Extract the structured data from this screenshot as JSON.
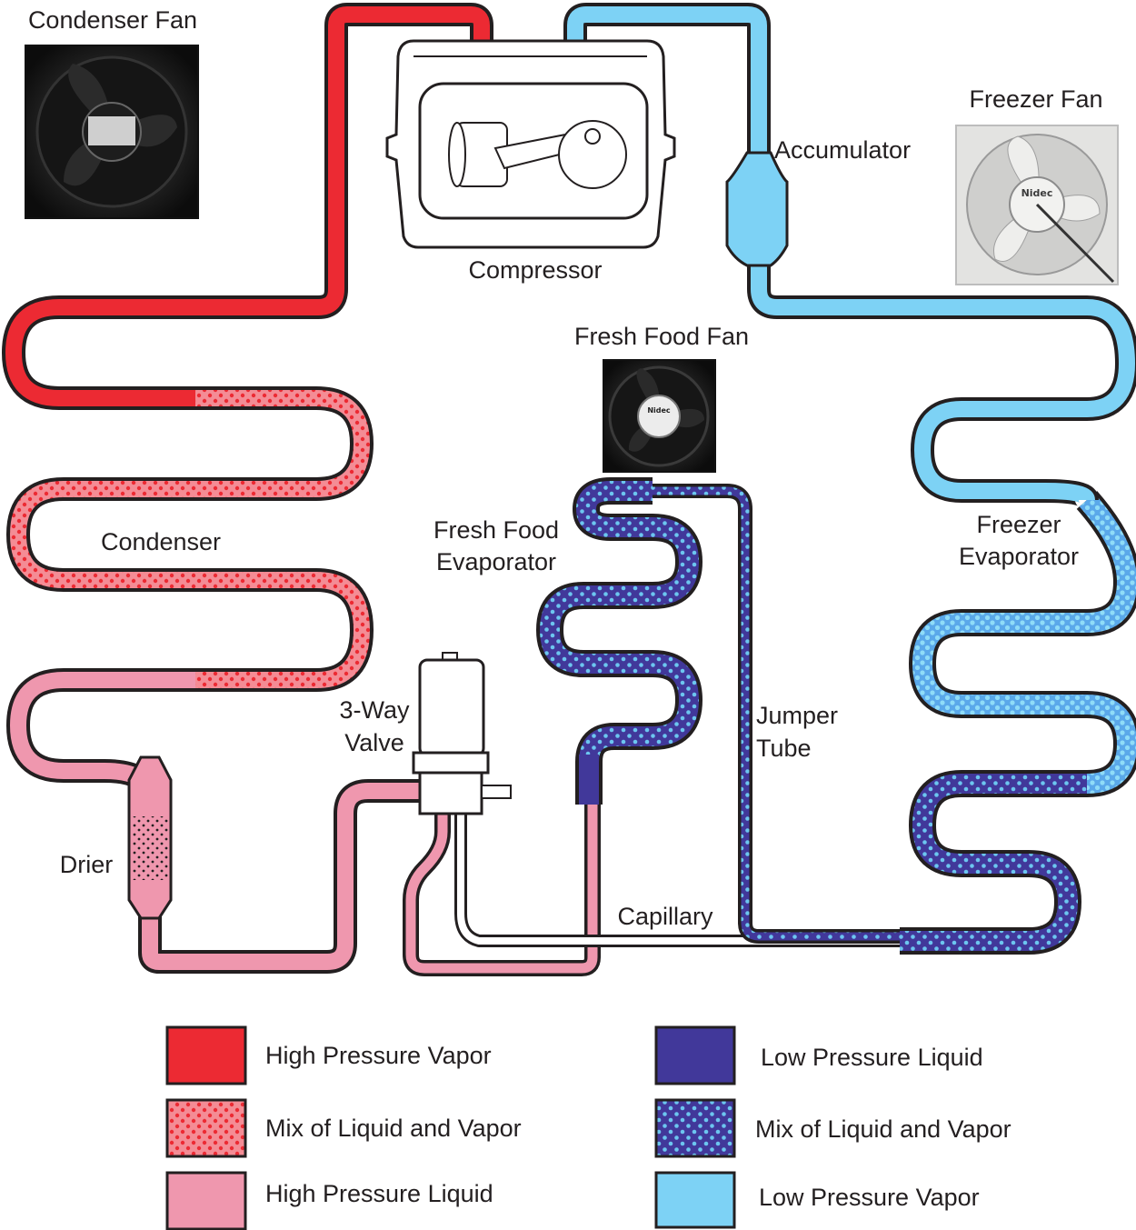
{
  "colors": {
    "high_pressure_vapor": "#ec2a33",
    "hp_mix_base": "#f48c95",
    "hp_mix_dot": "#ec2a33",
    "high_pressure_liquid": "#ef97ae",
    "low_pressure_liquid": "#41389a",
    "lp_mix_base": "#41389a",
    "lp_mix_dot": "#6cc6f0",
    "low_pressure_vapor": "#7dd2f5",
    "outline": "#231f20"
  },
  "labels": {
    "condenser_fan": "Condenser Fan",
    "freezer_fan": "Freezer Fan",
    "accumulator": "Accumulator",
    "compressor": "Compressor",
    "fresh_food_fan": "Fresh Food Fan",
    "condenser": "Condenser",
    "fresh_food_evaporator_line1": "Fresh Food",
    "fresh_food_evaporator_line2": "Evaporator",
    "freezer_evaporator_line1": "Freezer",
    "freezer_evaporator_line2": "Evaporator",
    "three_way_valve_line1": "3-Way",
    "three_way_valve_line2": "Valve",
    "jumper_tube_line1": "Jumper",
    "jumper_tube_line2": "Tube",
    "drier": "Drier",
    "capillary": "Capillary"
  },
  "icons": {
    "condenser_fan": "fan-icon",
    "freezer_fan": "fan-icon",
    "fresh_food_fan": "fan-icon",
    "fan_brand": "Nidec"
  },
  "legend": [
    {
      "label": "High Pressure Vapor",
      "fill": "solid",
      "color": "#ec2a33"
    },
    {
      "label": "Mix of Liquid and Vapor",
      "fill": "dots",
      "color": "#f48c95",
      "dot": "#ec2a33"
    },
    {
      "label": "High Pressure Liquid",
      "fill": "solid",
      "color": "#ef97ae"
    },
    {
      "label": "Low Pressure Liquid",
      "fill": "solid",
      "color": "#41389a"
    },
    {
      "label": "Mix of Liquid and Vapor",
      "fill": "dots",
      "color": "#41389a",
      "dot": "#6cc6f0"
    },
    {
      "label": "Low Pressure Vapor",
      "fill": "solid",
      "color": "#7dd2f5"
    }
  ]
}
